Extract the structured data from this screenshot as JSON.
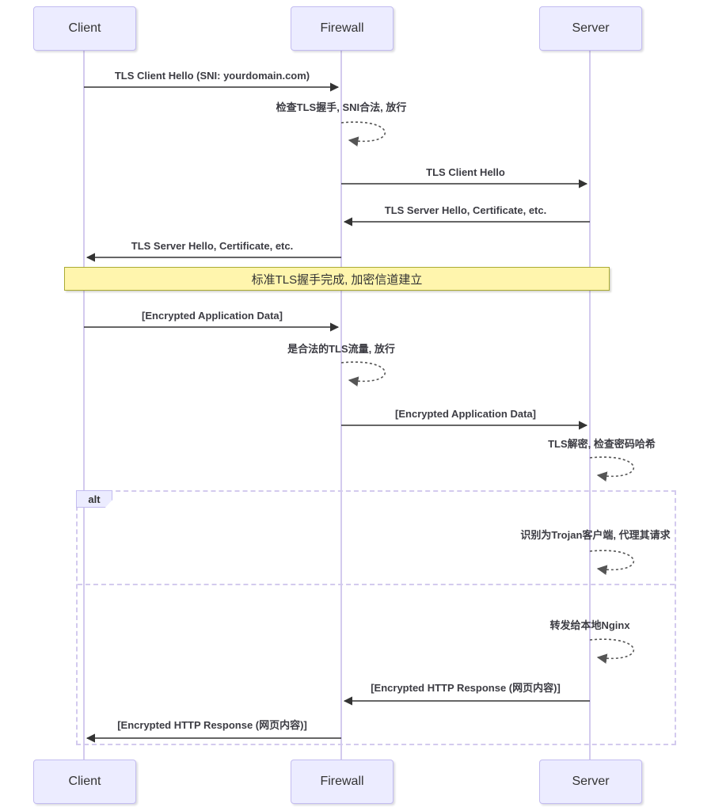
{
  "diagram_type": "sequence-diagram",
  "colors": {
    "background": "#ffffff",
    "actor_fill": "#ECECFF",
    "actor_border": "#C3BCF0",
    "lifeline": "#D3CAEE",
    "arrow": "#333333",
    "self_arrow": "#555555",
    "note_fill": "#FFF5AD",
    "note_border": "#AAAA33",
    "alt_frame_border": "#D3CAEE",
    "text": "#333333"
  },
  "actors": [
    {
      "id": "client",
      "label": "Client"
    },
    {
      "id": "firewall",
      "label": "Firewall"
    },
    {
      "id": "server",
      "label": "Server"
    }
  ],
  "messages": [
    {
      "seq": 1,
      "from": "Client",
      "to": "Firewall",
      "style": "solid-arrow",
      "label": "TLS Client Hello (SNI: yourdomain.com)"
    },
    {
      "seq": 2,
      "actor": "Firewall",
      "style": "self-dashed-loop",
      "label": "检查TLS握手, SNI合法, 放行"
    },
    {
      "seq": 3,
      "from": "Firewall",
      "to": "Server",
      "style": "solid-arrow",
      "label": "TLS Client Hello"
    },
    {
      "seq": 4,
      "from": "Server",
      "to": "Firewall",
      "style": "solid-arrow",
      "label": "TLS Server Hello, Certificate, etc."
    },
    {
      "seq": 5,
      "from": "Firewall",
      "to": "Client",
      "style": "solid-arrow",
      "label": "TLS Server Hello, Certificate, etc."
    },
    {
      "seq": 6,
      "from": "Client",
      "to": "Firewall",
      "style": "solid-arrow",
      "label": "[Encrypted Application Data]"
    },
    {
      "seq": 7,
      "actor": "Firewall",
      "style": "self-dashed-loop",
      "label": "是合法的TLS流量, 放行"
    },
    {
      "seq": 8,
      "from": "Firewall",
      "to": "Server",
      "style": "solid-arrow",
      "label": "[Encrypted Application Data]"
    },
    {
      "seq": 9,
      "actor": "Server",
      "style": "self-dashed-loop",
      "label": "TLS解密, 检查密码哈希"
    },
    {
      "seq": 10,
      "actor": "Server",
      "style": "self-dashed-loop",
      "label": "识别为Trojan客户端, 代理其请求",
      "section": "alt-branch-1"
    },
    {
      "seq": 11,
      "actor": "Server",
      "style": "self-dashed-loop",
      "label": "转发给本地Nginx",
      "section": "alt-branch-2"
    },
    {
      "seq": 12,
      "from": "Server",
      "to": "Firewall",
      "style": "solid-arrow",
      "label": "[Encrypted HTTP Response (网页内容)]",
      "section": "alt-branch-2"
    },
    {
      "seq": 13,
      "from": "Firewall",
      "to": "Client",
      "style": "solid-arrow",
      "label": "[Encrypted HTTP Response (网页内容)]",
      "section": "alt-branch-2"
    }
  ],
  "note": {
    "placement": "over Client,Server",
    "text": "标准TLS握手完成, 加密信道建立"
  },
  "alt_frame": {
    "label": "alt",
    "branches": 2
  }
}
